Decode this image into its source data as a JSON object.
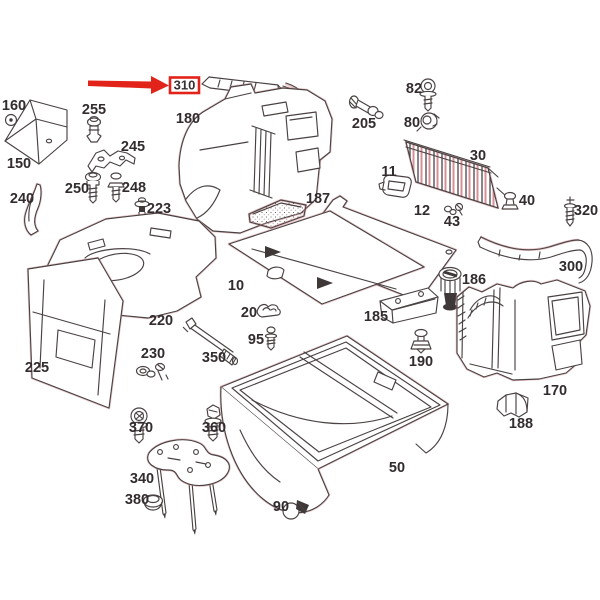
{
  "diagram": {
    "title": "",
    "highlight": {
      "part": "310",
      "arrow_color": "#e2231a",
      "box_color": "#e2231a"
    },
    "colors": {
      "line": "#4a4242",
      "line_halo": "#cf8b92",
      "label_text": "#332c2e",
      "background": "#ffffff"
    },
    "labels": {
      "310": "310",
      "160": "160",
      "150": "150",
      "255": "255",
      "245": "245",
      "250": "250",
      "248": "248",
      "223": "223",
      "240": "240",
      "180": "180",
      "205": "205",
      "82": "82",
      "80": "80",
      "30": "30",
      "11": "11",
      "187": "187",
      "12": "12",
      "43": "43",
      "40": "40",
      "320": "320",
      "300": "300",
      "186": "186",
      "10": "10",
      "20": "20",
      "95": "95",
      "220": "220",
      "225": "225",
      "230": "230",
      "350": "350",
      "185": "185",
      "190": "190",
      "170": "170",
      "188": "188",
      "50": "50",
      "370": "370",
      "360": "360",
      "340": "340",
      "380": "380",
      "90": "90"
    }
  }
}
